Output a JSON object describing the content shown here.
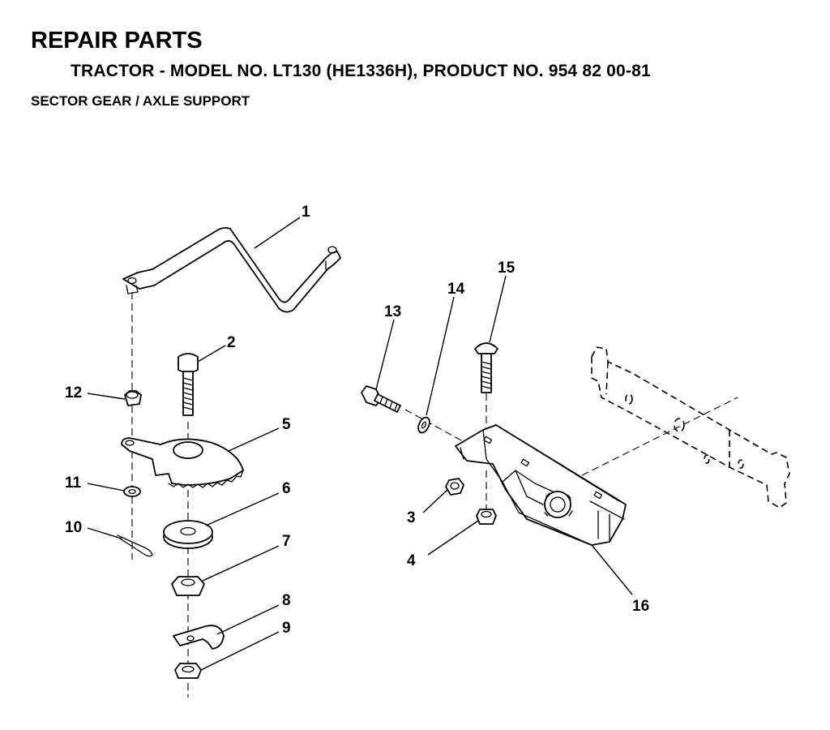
{
  "header": {
    "title": "REPAIR PARTS",
    "subtitle": "TRACTOR - MODEL NO. LT130 (HE1336H), PRODUCT NO. 954 82 00-81",
    "section": "SECTOR GEAR / AXLE SUPPORT"
  },
  "callouts": {
    "c1": "1",
    "c2": "2",
    "c3": "3",
    "c4": "4",
    "c5": "5",
    "c6": "6",
    "c7": "7",
    "c8": "8",
    "c9": "9",
    "c10": "10",
    "c11": "11",
    "c12": "12",
    "c13": "13",
    "c14": "14",
    "c15": "15",
    "c16": "16"
  }
}
